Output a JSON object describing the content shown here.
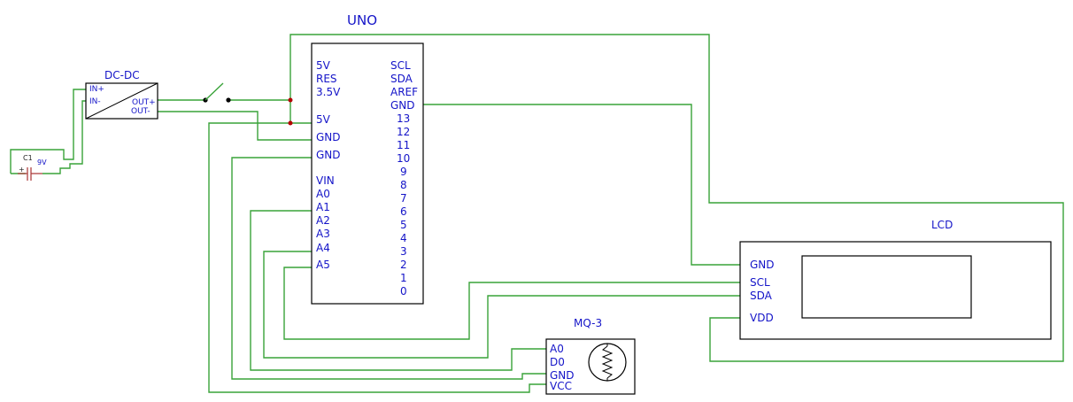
{
  "colors": {
    "wire": "#39a339",
    "label": "#1414c8",
    "outline": "#000000",
    "junction": "#b40000",
    "capacitor": "#a83232"
  },
  "uno": {
    "title": "UNO",
    "left_pins_top": [
      "5V",
      "RES",
      "3.5V"
    ],
    "left_pins_mid": [
      "5V",
      "GND",
      "GND"
    ],
    "left_pins_analog": [
      "VIN",
      "A0",
      "A1",
      "A2",
      "A3",
      "A4",
      "A5"
    ],
    "right_pins_top": [
      "SCL",
      "SDA",
      "AREF",
      "GND"
    ],
    "right_pins_digital": [
      "13",
      "12",
      "11",
      "10",
      "9",
      "8",
      "7",
      "6",
      "5",
      "4",
      "3",
      "2",
      "1",
      "0"
    ]
  },
  "dcdc": {
    "title": "DC-DC",
    "in_plus": "IN+",
    "in_minus": "IN-",
    "out_plus": "OUT+",
    "out_minus": "OUT-"
  },
  "battery": {
    "ref": "C1",
    "value": "9V",
    "plus": "+"
  },
  "lcd": {
    "title": "LCD",
    "pins": [
      "GND",
      "SCL",
      "SDA",
      "VDD"
    ]
  },
  "mq3": {
    "title": "MQ-3",
    "pins": [
      "A0",
      "D0",
      "GND",
      "VCC"
    ]
  }
}
